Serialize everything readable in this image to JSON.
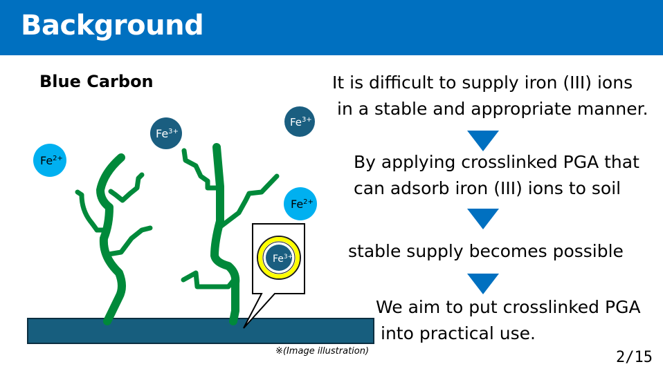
{
  "header": {
    "title": "Background"
  },
  "subtitle": "Blue Carbon",
  "flow": [
    "It is difficult to supply iron (III) ions",
    "in a stable and appropriate manner.",
    "By applying crosslinked PGA that",
    "can adsorb iron (III) ions to soil",
    "stable supply becomes possible",
    "We aim to put crosslinked PGA",
    "into practical use."
  ],
  "ions": {
    "fe2": "Fe",
    "fe2_charge": "2+",
    "fe3": "Fe",
    "fe3_charge": "3+"
  },
  "note": {
    "mark": "※",
    "text": "(Image illustration)"
  },
  "page": "2/15",
  "colors": {
    "header": "#0070c0",
    "ground": "#175e7e",
    "seaweed": "#00893a",
    "fe2": "#00b0f0",
    "fe3": "#1a5e80",
    "ring": "#ffff00"
  }
}
